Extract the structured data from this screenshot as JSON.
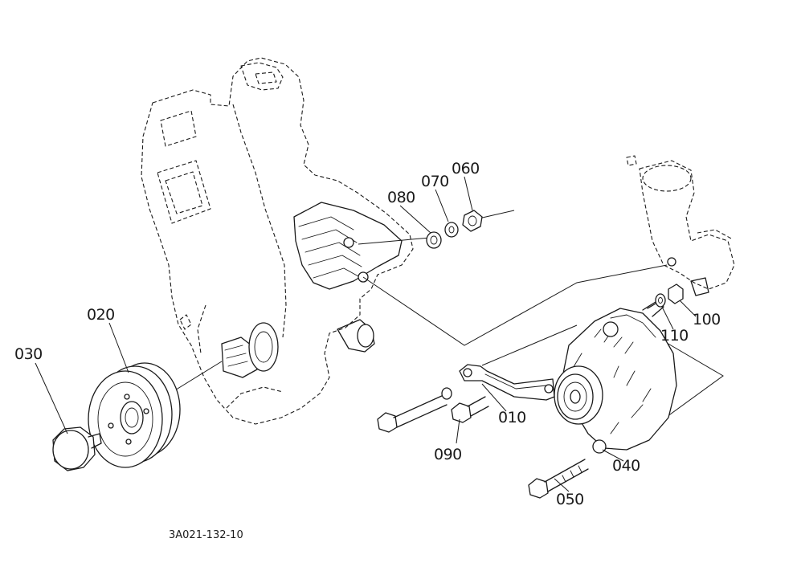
{
  "diagram": {
    "drawing_code": "3A021-132-10",
    "callouts": {
      "p010": "010",
      "p020": "020",
      "p030": "030",
      "p040": "040",
      "p050": "050",
      "p060": "060",
      "p070": "070",
      "p080": "080",
      "p090": "090",
      "p100": "100",
      "p110": "110"
    }
  }
}
